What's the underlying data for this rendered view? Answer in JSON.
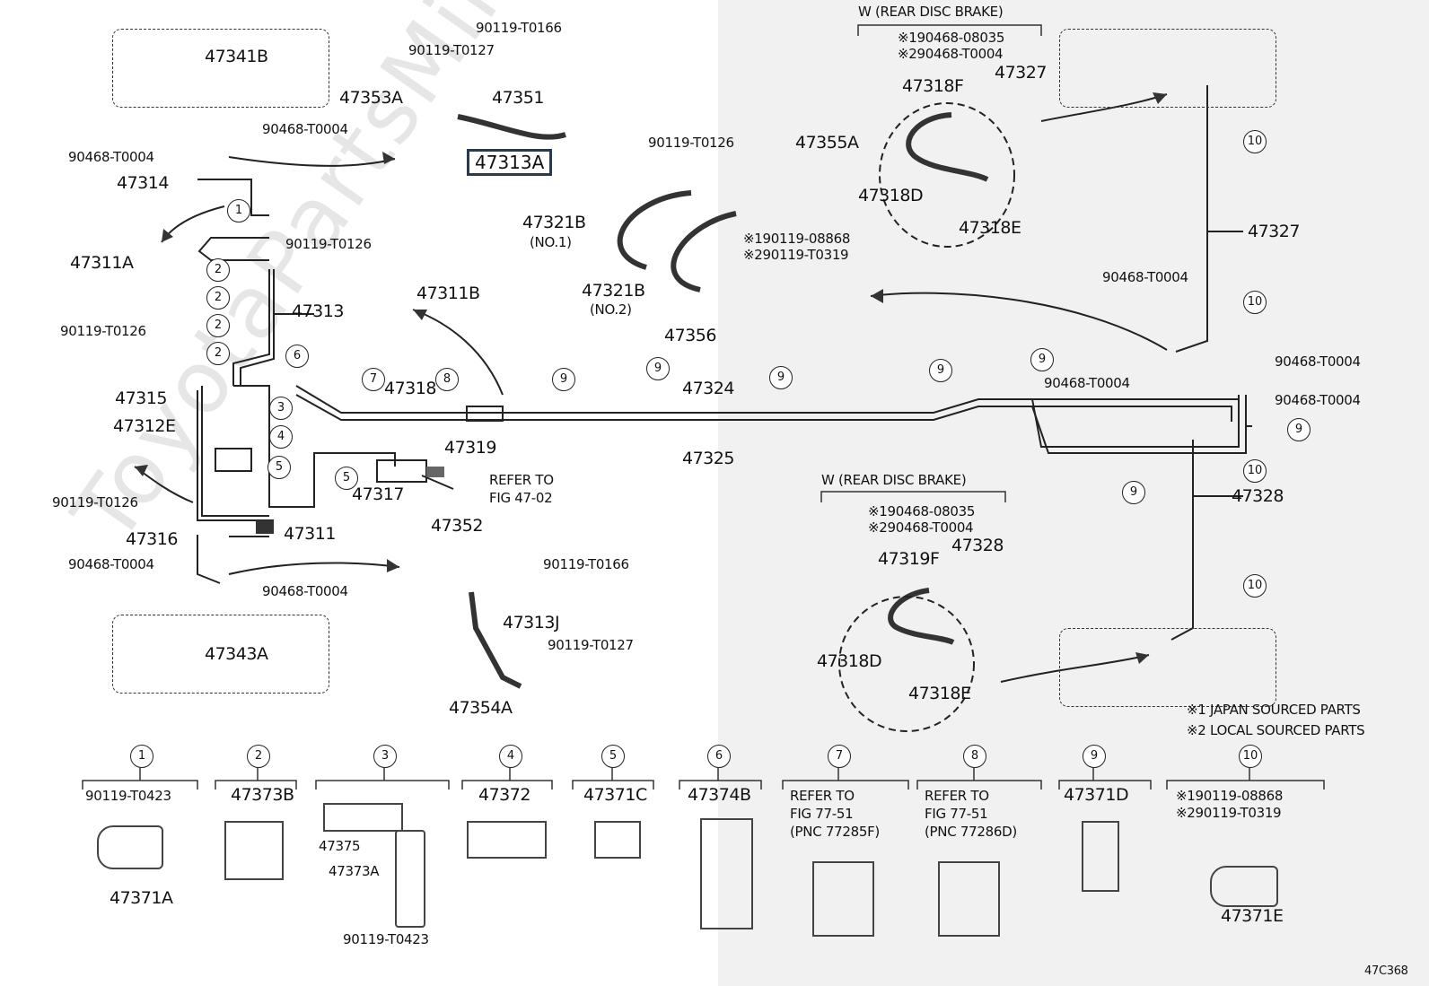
{
  "watermark": "ToyotaPartsMine.ru",
  "fig_code": "47C368",
  "highlight": "47313A",
  "section_titles": {
    "w1": "W (REAR DISC BRAKE)",
    "w2": "W (REAR DISC BRAKE)"
  },
  "notes": {
    "n1": "※1 JAPAN SOURCED PARTS",
    "n2": "※2 LOCAL SOURCED PARTS"
  },
  "labels": {
    "p47341B": "47341B",
    "p90468a": "90468-T0004",
    "p90468b": "90468-T0004",
    "p47314": "47314",
    "p47311A": "47311A",
    "p90119T0126a": "90119-T0126",
    "p47315": "47315",
    "p47312E": "47312E",
    "p90119T0126b": "90119-T0126",
    "p47316": "47316",
    "p90468c": "90468-T0004",
    "p90468d": "90468-T0004",
    "p47343A": "47343A",
    "p90119T0166a": "90119-T0166",
    "p90119T0127a": "90119-T0127",
    "p47353A": "47353A",
    "p47351": "47351",
    "p90119T0126c": "90119-T0126",
    "p47311B": "47311B",
    "p47313": "47313",
    "p47318": "47318",
    "p47319": "47319",
    "p47317": "47317",
    "p47311": "47311",
    "refer1": "REFER TO",
    "refer2": "FIG 47-02",
    "p47352": "47352",
    "p90119T0166b": "90119-T0166",
    "p47313J": "47313J",
    "p90119T0127b": "90119-T0127",
    "p47354A": "47354A",
    "p90119T0126d": "90119-T0126",
    "p47355A": "47355A",
    "p47321B1": "47321B",
    "no1": "(NO.1)",
    "p47321B2": "47321B",
    "no2": "(NO.2)",
    "r1a": "※190119-08868",
    "r2a": "※290119-T0319",
    "p47356": "47356",
    "p47324": "47324",
    "p47325": "47325",
    "w1r1": "※190468-08035",
    "w1r2": "※290468-T0004",
    "p47318F": "47318F",
    "p47327a": "47327",
    "p47318D1": "47318D",
    "p47318E1": "47318E",
    "p47327b": "47327",
    "p90468e": "90468-T0004",
    "p90468f": "90468-T0004",
    "p90468g": "90468-T0004",
    "p90468h": "90468-T0004",
    "p47328a": "47328",
    "w2r1": "※190468-08035",
    "w2r2": "※290468-T0004",
    "p47319F": "47319F",
    "p47328b": "47328",
    "p47318D2": "47318D",
    "p47318E2": "47318E"
  },
  "legend": [
    {
      "num": "1",
      "l1": "90119-T0423",
      "l2": "47371A"
    },
    {
      "num": "2",
      "l1": "47373B",
      "l2": ""
    },
    {
      "num": "3",
      "l1": "47375",
      "l2": "47373A",
      "l3": "90119-T0423"
    },
    {
      "num": "4",
      "l1": "47372",
      "l2": ""
    },
    {
      "num": "5",
      "l1": "47371C",
      "l2": ""
    },
    {
      "num": "6",
      "l1": "47374B",
      "l2": ""
    },
    {
      "num": "7",
      "l1": "REFER TO",
      "l2": "FIG 77-51",
      "l3": "(PNC 77285F)"
    },
    {
      "num": "8",
      "l1": "REFER TO",
      "l2": "FIG 77-51",
      "l3": "(PNC 77286D)"
    },
    {
      "num": "9",
      "l1": "47371D",
      "l2": ""
    },
    {
      "num": "10",
      "l1": "※190119-08868",
      "l2": "※290119-T0319",
      "l3": "47371E"
    }
  ],
  "clip_numbers": [
    "1",
    "2",
    "2",
    "2",
    "2",
    "3",
    "4",
    "5",
    "5",
    "6",
    "7",
    "8",
    "9",
    "9",
    "9",
    "9",
    "9",
    "9",
    "9",
    "10",
    "10",
    "10",
    "10"
  ]
}
